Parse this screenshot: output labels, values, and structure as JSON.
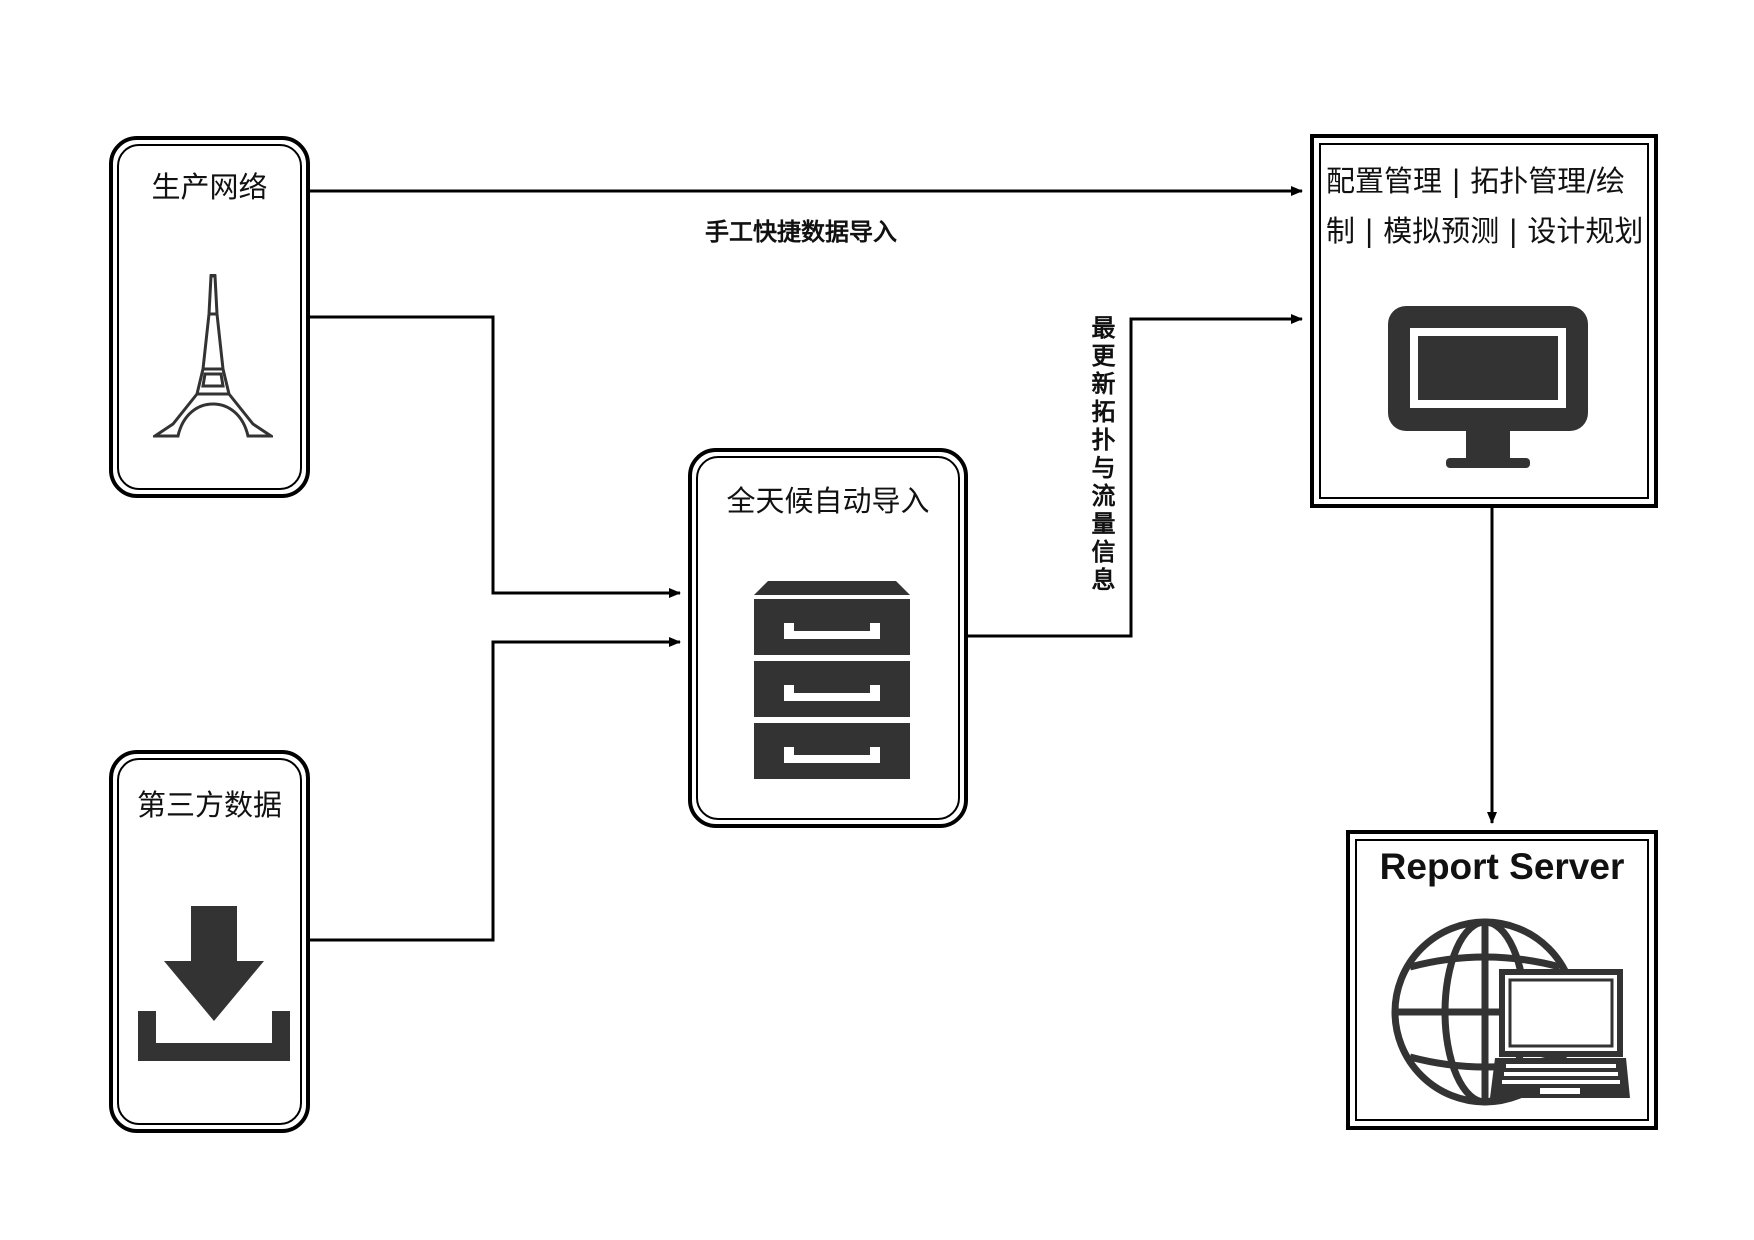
{
  "nodes": {
    "production_network": {
      "label": "生产网络",
      "icon": "tower-icon"
    },
    "third_party_data": {
      "label": "第三方数据",
      "icon": "download-icon"
    },
    "auto_import": {
      "label": "全天候自动导入",
      "icon": "file-cabinet-icon"
    },
    "app": {
      "label": "配置管理 | 拓扑管理/绘制 | 模拟预测 | 设计规划",
      "icon": "monitor-icon"
    },
    "report_server": {
      "label": "Report Server",
      "icon": "globe-laptop-icon"
    }
  },
  "edges": {
    "manual_import_label": "手工快捷数据导入",
    "topology_update_label": "最更新拓扑与流量信息"
  },
  "colors": {
    "line": "#000000",
    "icon_fill": "#333333"
  }
}
